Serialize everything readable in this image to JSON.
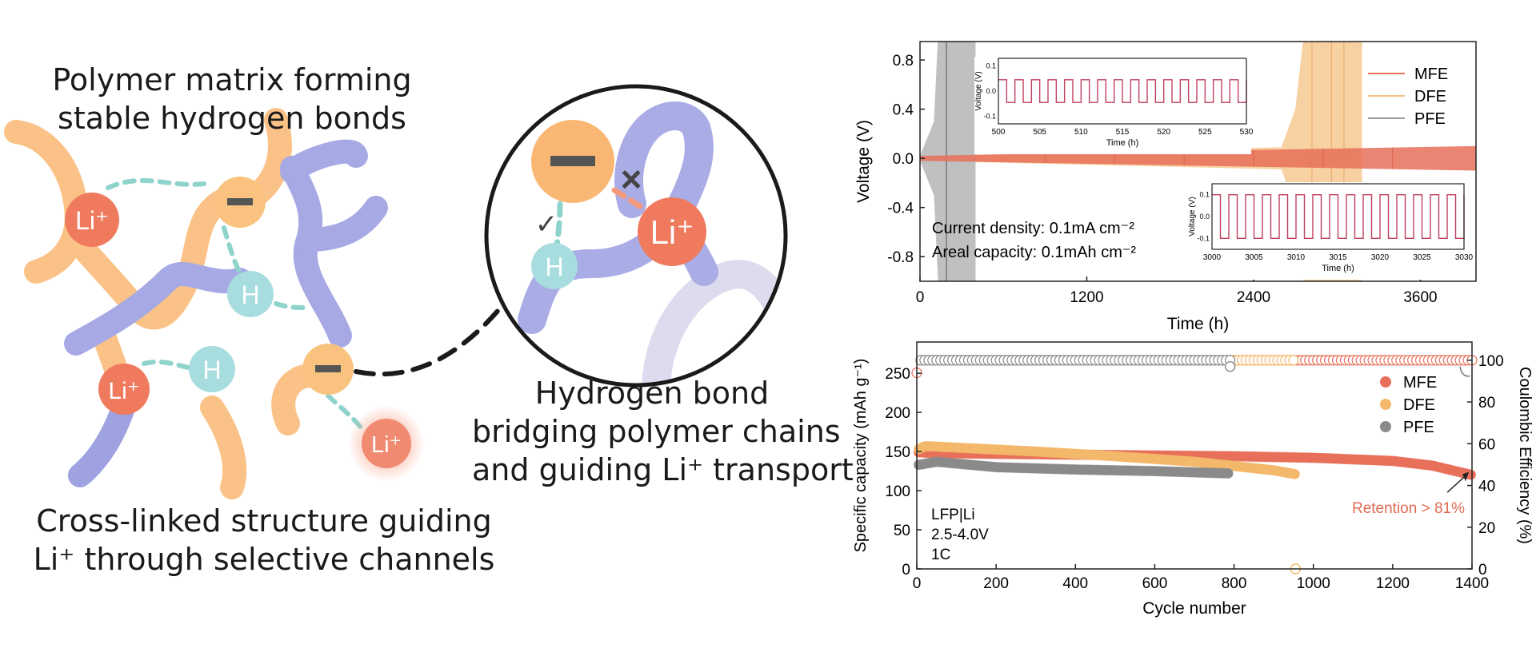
{
  "schematic": {
    "top_caption": [
      "Polymer matrix forming",
      "stable hydrogen bonds"
    ],
    "bottom_caption": [
      "Cross-linked structure guiding",
      "Li⁺ through selective channels"
    ],
    "middle_caption": [
      "Hydrogen bond",
      "bridging polymer chains",
      "and guiding Li⁺ transport"
    ],
    "li_label": "Li⁺",
    "h_label": "H",
    "check_mark": "✓",
    "cross_mark": "×",
    "colors": {
      "polymer_orange": "#fbc287",
      "polymer_blue": "#9fa2e0",
      "li_red": "#ef7a5e",
      "h_teal": "#a8dde0",
      "anion_orange": "#f9b773",
      "bond_teal": "#8fd4cc"
    }
  },
  "chart_data": [
    {
      "type": "line",
      "xlabel": "Time (h)",
      "ylabel": "Voltage (V)",
      "xlim": [
        0,
        4000
      ],
      "ylim": [
        -1.0,
        0.95
      ],
      "xticks": [
        0,
        1200,
        2400,
        3600
      ],
      "yticks": [
        -0.8,
        -0.4,
        0.0,
        0.4,
        0.8
      ],
      "series": [
        {
          "name": "MFE",
          "color": "#e8705a",
          "start_h": 0,
          "end_h": 4000,
          "amplitude_start": 0.02,
          "amplitude_end": 0.1
        },
        {
          "name": "DFE",
          "color": "#f6c283",
          "start_h": 0,
          "end_h": 3180,
          "amplitude_start": 0.02,
          "amplitude_end": 0.12,
          "fail_h": 2700
        },
        {
          "name": "PFE",
          "color": "#9a9a9a",
          "start_h": 0,
          "end_h": 400,
          "fail_h": 130
        }
      ],
      "annotations": [
        "Current density: 0.1mA cm⁻²",
        "Areal capacity: 0.1mAh cm⁻²"
      ],
      "legend": "top-right",
      "insets": [
        {
          "xlabel": "Time (h)",
          "ylabel": "Voltage (V)",
          "xlim": [
            500,
            530
          ],
          "xticks": [
            500,
            505,
            510,
            515,
            520,
            525,
            530
          ],
          "yticks": [
            -0.1,
            0.0,
            0.1
          ],
          "ylim": [
            -0.13,
            0.13
          ],
          "period_h": 2,
          "amplitude": 0.045,
          "position": "top-center"
        },
        {
          "xlabel": "Time (h)",
          "ylabel": "Voltage (V)",
          "xlim": [
            3000,
            3030
          ],
          "xticks": [
            3000,
            3005,
            3010,
            3015,
            3020,
            3025,
            3030
          ],
          "yticks": [
            -0.1,
            0.0,
            0.1
          ],
          "ylim": [
            -0.15,
            0.15
          ],
          "period_h": 2,
          "amplitude": 0.1,
          "position": "bottom-right"
        }
      ]
    },
    {
      "type": "scatter",
      "xlabel": "Cycle number",
      "ylabel": "Specific capacity (mAh g⁻¹)",
      "y2label": "Coulombic Efficiency (%)",
      "xlim": [
        0,
        1400
      ],
      "ylim": [
        0,
        290
      ],
      "y2lim": [
        0,
        108.75
      ],
      "xticks": [
        0,
        200,
        400,
        600,
        800,
        1000,
        1200,
        1400
      ],
      "yticks": [
        0,
        50,
        100,
        150,
        200,
        250
      ],
      "y2ticks": [
        0,
        20,
        40,
        60,
        80,
        100
      ],
      "series": [
        {
          "name": "MFE",
          "color": "#e8705a",
          "capacity": {
            "x": [
              5,
              50,
              200,
              400,
              600,
              800,
              1000,
              1200,
              1300,
              1400
            ],
            "y": [
              149,
              148,
              147,
              146,
              145,
              144,
              142,
              138,
              132,
              120
            ]
          },
          "ce_x_end": 1400,
          "ce": 100
        },
        {
          "name": "DFE",
          "color": "#f3b86a",
          "capacity": {
            "x": [
              5,
              20,
              100,
              300,
              500,
              700,
              900,
              955
            ],
            "y": [
              153,
              157,
              155,
              150,
              144,
              137,
              126,
              121
            ]
          },
          "ce_x_end": 955,
          "ce": 100,
          "outlier": {
            "x": 955,
            "ce": 0
          }
        },
        {
          "name": "PFE",
          "color": "#8a8a8a",
          "capacity": {
            "x": [
              5,
              50,
              200,
              400,
              600,
              790
            ],
            "y": [
              133,
              137,
              130,
              127,
              125,
              122
            ]
          },
          "ce_x_end": 790,
          "ce": 100,
          "outlier": {
            "x": 790,
            "ce": 97
          }
        }
      ],
      "first_cycle_ce": 94,
      "annotations": [
        "LFP|Li",
        "2.5-4.0V",
        "1C",
        "Retention > 81%"
      ],
      "legend": "top-right"
    }
  ]
}
